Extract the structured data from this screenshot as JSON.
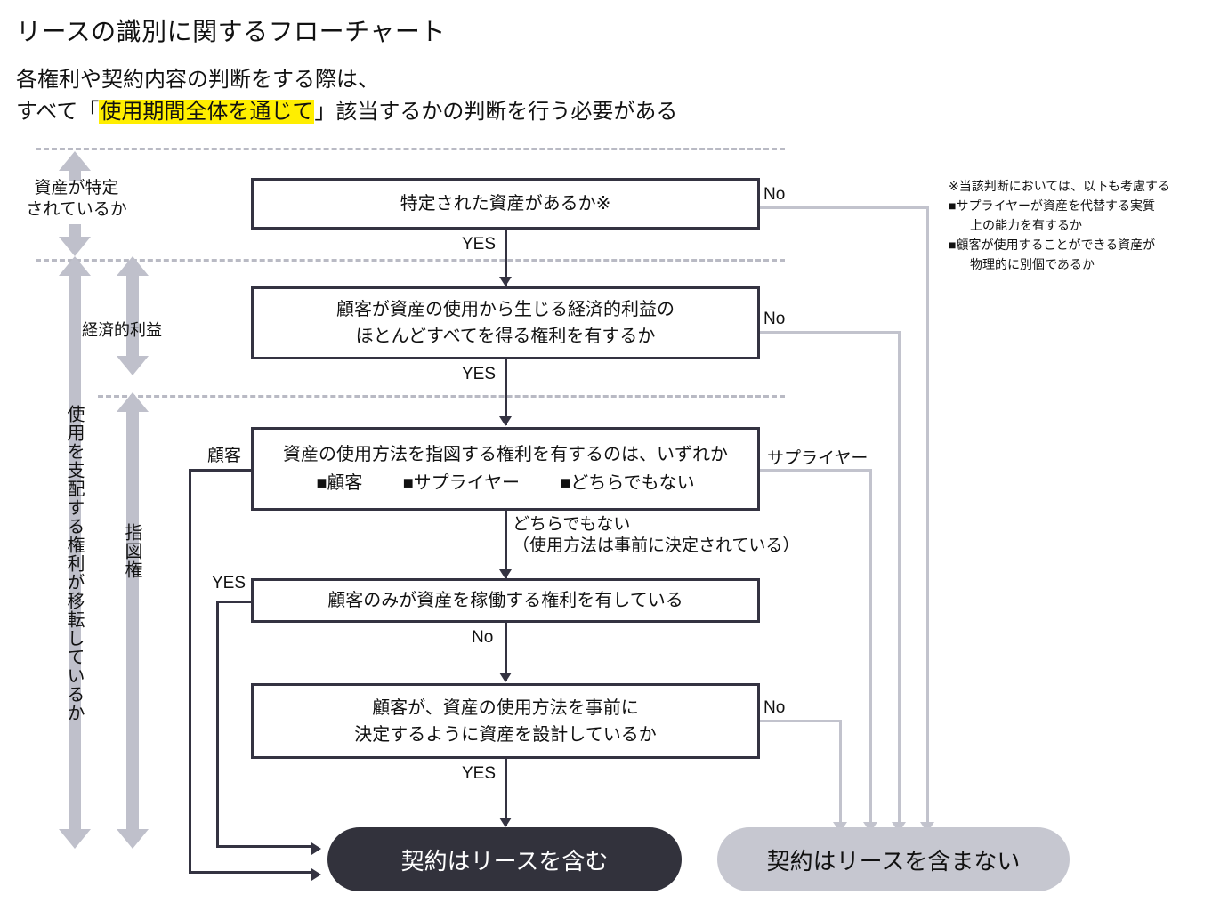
{
  "header": {
    "title": "リースの識別に関するフローチャート",
    "subtitle_line1": "各権利や契約内容の判断をする際は、",
    "subtitle_line2_pre": "すべて「",
    "subtitle_line2_highlight": "使用期間全体を通じて",
    "subtitle_line2_post": "」該当するかの判断を行う必要がある",
    "highlight_color": "#ffee00"
  },
  "note": {
    "heading": "※当該判断においては、以下も考慮する",
    "bullets": [
      {
        "line1": "■サプライヤーが資産を代替する実質",
        "line2": "上の能力を有するか"
      },
      {
        "line1": "■顧客が使用することができる資産が",
        "line2": "物理的に別個であるか"
      }
    ]
  },
  "rails": {
    "asset_identified": "資産が特定\nされているか",
    "asset_identified_l1": "資産が特定",
    "asset_identified_l2": "されているか",
    "economic_benefit": "経済的利益",
    "control_right": "使用を支配する権利が移転しているか",
    "direction_right": "指図権",
    "color": "#bfc0cb"
  },
  "boxes": [
    {
      "id": "q1",
      "text": "特定された資産があるか※",
      "yes_label": "YES",
      "no_label": "No"
    },
    {
      "id": "q2",
      "line1": "顧客が資産の使用から生じる経済的利益の",
      "line2": "ほとんどすべてを得る権利を有するか",
      "yes_label": "YES",
      "no_label": "No"
    },
    {
      "id": "q3",
      "line1": "資産の使用方法を指図する権利を有するのは、いずれか",
      "opt1": "■顧客",
      "opt2": "■サプライヤー",
      "opt3": "■どちらでもない",
      "left_label": "顧客",
      "right_label": "サプライヤー",
      "down_label_l1": "どちらでもない",
      "down_label_l2": "（使用方法は事前に決定されている）"
    },
    {
      "id": "q4",
      "text": "顧客のみが資産を稼働する権利を有している",
      "yes_label": "YES",
      "no_label": "No"
    },
    {
      "id": "q5",
      "line1": "顧客が、資産の使用方法を事前に",
      "line2": "決定するように資産を設計しているか",
      "yes_label": "YES",
      "no_label": "No"
    }
  ],
  "results": {
    "lease": "契約はリースを含む",
    "lease_color": "#32323c",
    "no_lease": "契約はリースを含まない",
    "no_lease_color": "#c6c7d0"
  },
  "palette": {
    "box_border": "#343341",
    "connector_dark": "#343341",
    "connector_light": "#c2c3cd",
    "dashed": "#b9bac4"
  }
}
